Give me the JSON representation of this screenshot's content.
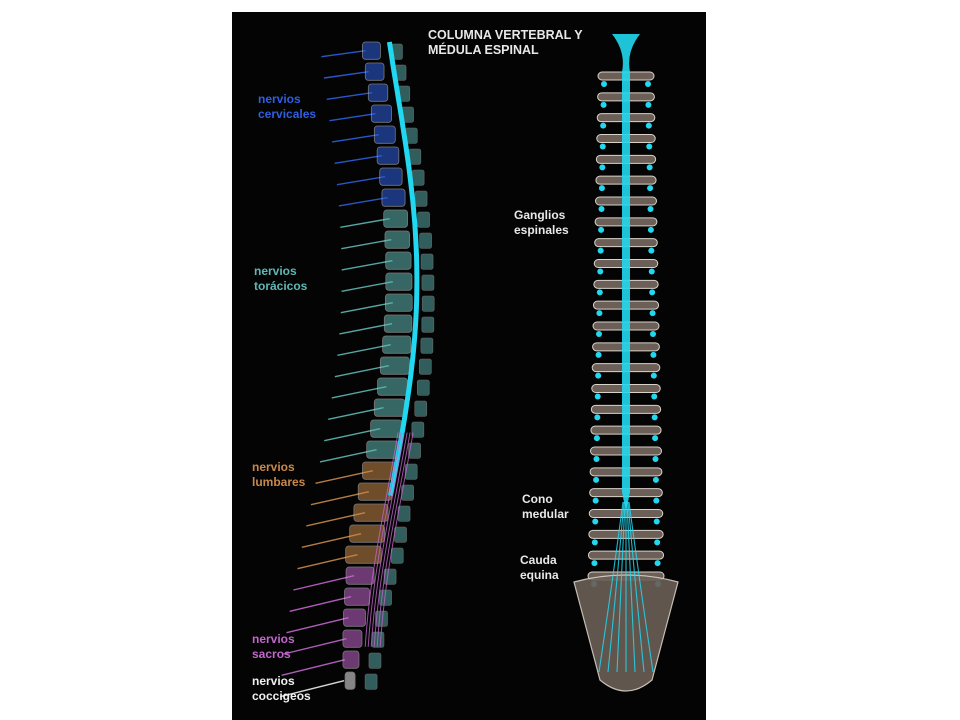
{
  "title": "COLUMNA VERTEBRAL Y\nMÉDULA ESPINAL",
  "labels": {
    "cervicales": "nervios\ncervicales",
    "toracicos": "nervios\ntorácicos",
    "lumbares": "nervios\nlumbares",
    "sacros": "nervios\nsacros",
    "coccigeos": "nervios\ncoccigeos",
    "ganglios": "Ganglios\nespinales",
    "cono": "Cono\nmedular",
    "cauda": "Cauda\nequina"
  },
  "colors": {
    "background": "#040404",
    "cervical": "#2f5fe0",
    "thoracic": "#5fb8b4",
    "lumbar": "#c8884a",
    "sacral": "#c266cc",
    "coccygeal": "#f0f0f0",
    "cord": "#22d8f0",
    "bone": "#6b5f57",
    "text": "#e8e8e8"
  },
  "regions": [
    {
      "name": "cervical",
      "count": 8,
      "color": "#2f5fe0"
    },
    {
      "name": "thoracic",
      "count": 12,
      "color": "#5fb8b4"
    },
    {
      "name": "lumbar",
      "count": 5,
      "color": "#c8884a"
    },
    {
      "name": "sacral",
      "count": 5,
      "color": "#c266cc"
    },
    {
      "name": "coccygeal",
      "count": 1,
      "color": "#f0f0f0"
    }
  ]
}
